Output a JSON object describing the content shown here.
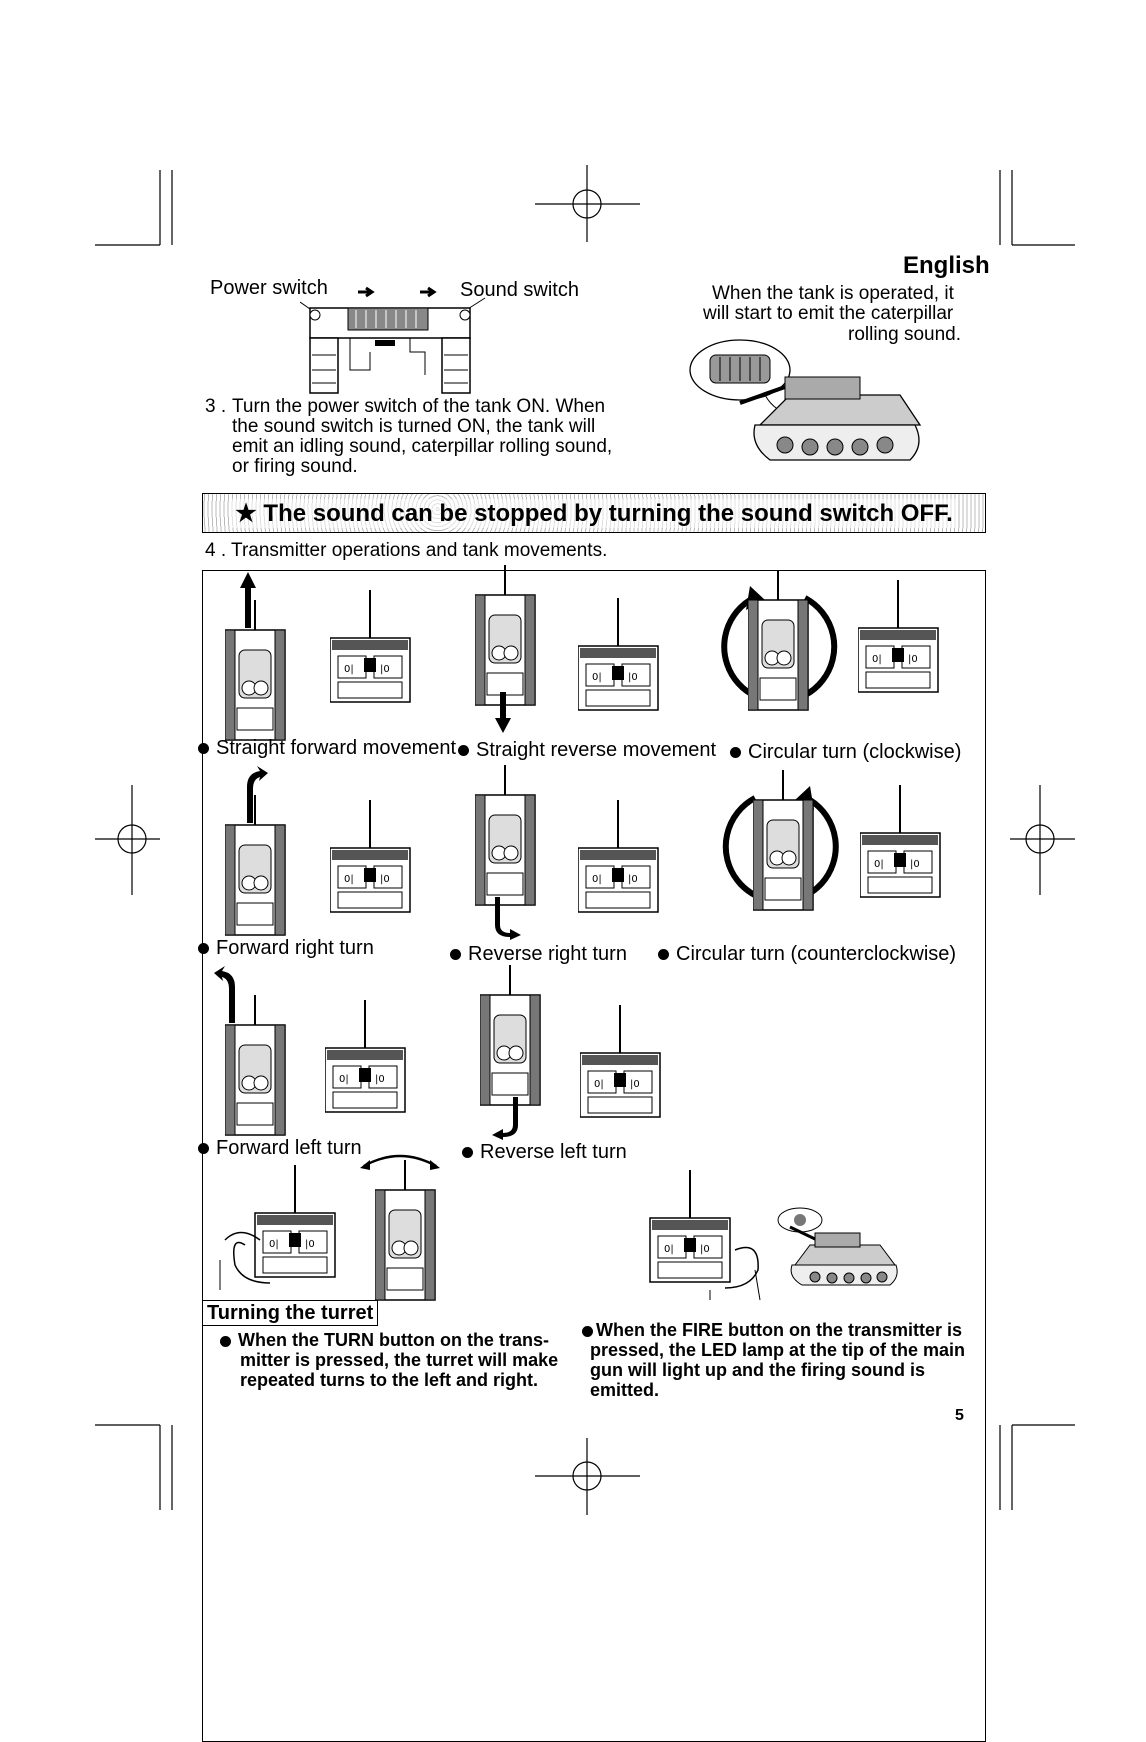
{
  "header": {
    "language": "English"
  },
  "power_diagram": {
    "power_label": "Power switch",
    "sound_label": "Sound switch"
  },
  "tank_sound": {
    "line1": "When the tank is operated, it",
    "line2": "will start to emit the caterpillar",
    "line3": "rolling sound."
  },
  "step3": {
    "number": "3 .",
    "line1": "Turn the power switch of the tank ON.  When",
    "line2": "the sound switch is turned ON, the tank will",
    "line3": "emit an idling sound, caterpillar rolling sound,",
    "line4": "or firing sound."
  },
  "banner": {
    "text": "★ The sound can be stopped by turning the sound switch OFF."
  },
  "step4": {
    "title": "4 . Transmitter operations and tank movements."
  },
  "movements": [
    {
      "label": "Straight forward movement"
    },
    {
      "label": "Straight reverse movement"
    },
    {
      "label": "Circular turn (clockwise)"
    },
    {
      "label": "Forward right turn"
    },
    {
      "label": "Reverse right turn"
    },
    {
      "label": "Circular turn (counterclockwise)"
    },
    {
      "label": "Forward left turn"
    },
    {
      "label": "Reverse left turn"
    }
  ],
  "turret": {
    "heading": "Turning the turret",
    "line1": "When the TURN button on the trans-",
    "line2": "mitter is pressed, the turret will make",
    "line3": "repeated turns to the left and right."
  },
  "fire": {
    "line1": "When the FIRE button on the transmitter is",
    "line2": "pressed, the LED lamp at the tip of the main",
    "line3": "gun will light up and the firing sound is",
    "line4": "emitted."
  },
  "page_number": "5"
}
